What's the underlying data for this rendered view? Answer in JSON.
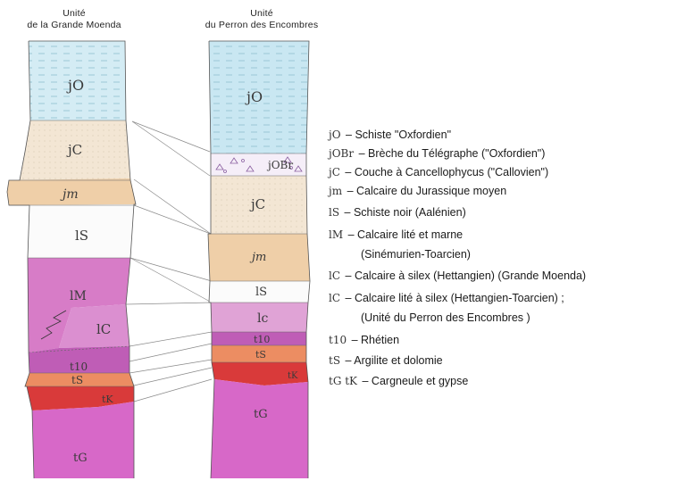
{
  "columns": [
    {
      "title_line1": "Unité",
      "title_line2": "de la Grande Moenda",
      "units": [
        {
          "label": "jO",
          "color": "#d4ecf4",
          "hatch": true
        },
        {
          "label": "jC",
          "color": "#f3e6d4"
        },
        {
          "label": "jm",
          "color": "#efcfa8"
        },
        {
          "label": "lS",
          "color": "#fbfbfb"
        },
        {
          "label": "lM",
          "color": "#d77cc7"
        },
        {
          "label": "lC",
          "color": "#d77cc7"
        },
        {
          "label": "t10",
          "color": "#bf5db6"
        },
        {
          "label": "tS",
          "color": "#ec8d62"
        },
        {
          "label": "tK",
          "color": "#d93a3a"
        },
        {
          "label": "tG",
          "color": "#d768c8"
        }
      ]
    },
    {
      "title_line1": "Unité",
      "title_line2": "du Perron des Encombres",
      "units": [
        {
          "label": "jO",
          "color": "#c9e7f2",
          "hatch": true
        },
        {
          "label": "jOBr",
          "color": "#f5eef8",
          "breccia": true
        },
        {
          "label": "jC",
          "color": "#f3e6d4"
        },
        {
          "label": "jm",
          "color": "#efcfa8"
        },
        {
          "label": "lS",
          "color": "#fbfbfb"
        },
        {
          "label": "lc",
          "color": "#e0a3d6"
        },
        {
          "label": "t10",
          "color": "#bf5db6"
        },
        {
          "label": "tS",
          "color": "#ec8d62"
        },
        {
          "label": "tK",
          "color": "#d93a3a"
        },
        {
          "label": "tG",
          "color": "#d768c8"
        }
      ]
    }
  ],
  "legend": [
    {
      "symbol": "jO",
      "text": "– Schiste \"Oxfordien\""
    },
    {
      "symbol": "jOBr",
      "text": "– Brèche du Télégraphe (\"Oxfordien\")"
    },
    {
      "symbol": "jC",
      "text": "– Couche à Cancellophycus (\"Callovien\")"
    },
    {
      "symbol": "jm",
      "text": "– Calcaire du Jurassique moyen"
    },
    {
      "symbol": "lS",
      "text": "– Schiste noir (Aalénien)"
    },
    {
      "symbol": "lM",
      "text": "– Calcaire lité et marne"
    },
    {
      "symbol": "",
      "text": "(Sinémurien-Toarcien)"
    },
    {
      "symbol": "lC",
      "text": "– Calcaire à silex (Hettangien) (Grande Moenda)"
    },
    {
      "symbol": "lC",
      "text": "– Calcaire lité à silex (Hettangien-Toarcien) ;"
    },
    {
      "symbol": "",
      "text": "(Unité du Perron des Encombres )"
    },
    {
      "symbol": "t10",
      "text": "– Rhétien"
    },
    {
      "symbol": "tS",
      "text": "– Argilite et dolomie"
    },
    {
      "symbol": "tG tK",
      "text": "– Cargneule et gypse"
    }
  ],
  "colors": {
    "outline": "#555555",
    "hatch": "#9cc7d6",
    "connector": "#8a8a8a"
  }
}
